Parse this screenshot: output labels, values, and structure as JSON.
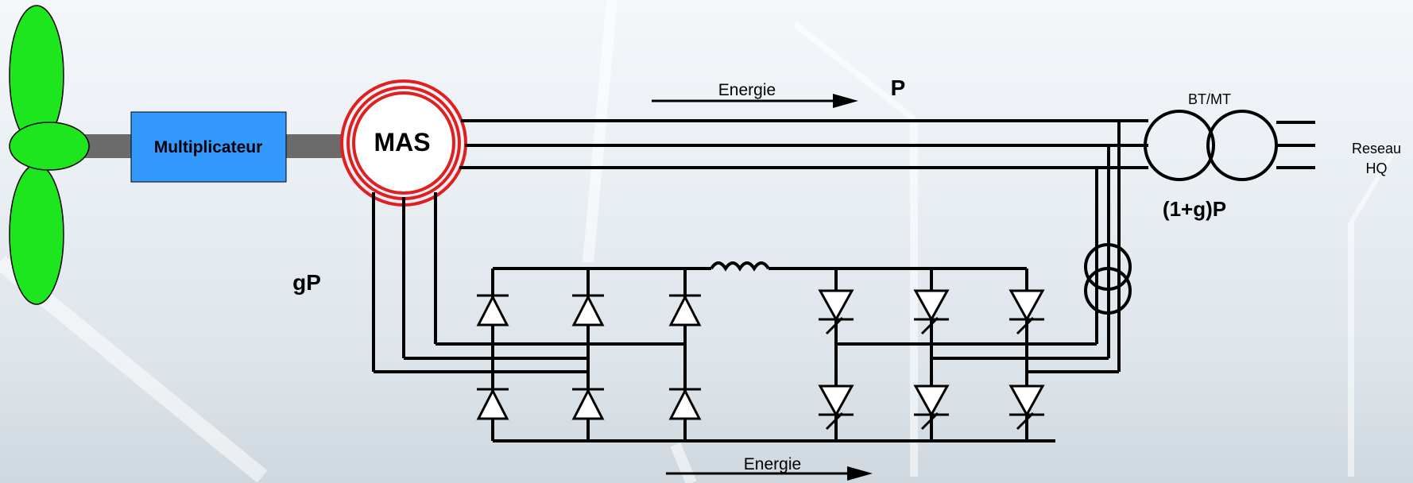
{
  "labels": {
    "multiplicateur": "Multiplicateur",
    "mas": "MAS",
    "energie_top": "Energie",
    "p": "P",
    "bt_mt": "BT/MT",
    "reseau": "Reseau",
    "hq": "HQ",
    "one_plus_g_p": "(1+g)P",
    "gp": "gP",
    "energie_bottom": "Energie"
  },
  "colors": {
    "blade": "#1ee61e",
    "multiplicateur_box": "#3399ff",
    "mas_ring": "#e02020",
    "wire": "#000000",
    "shaft": "#6b6b6b"
  },
  "icons": {
    "rotor": "three-blade-turbine-icon",
    "diode": "diode-icon",
    "thyristor": "thyristor-icon",
    "inductor": "inductor-icon",
    "transformer": "transformer-icon"
  }
}
